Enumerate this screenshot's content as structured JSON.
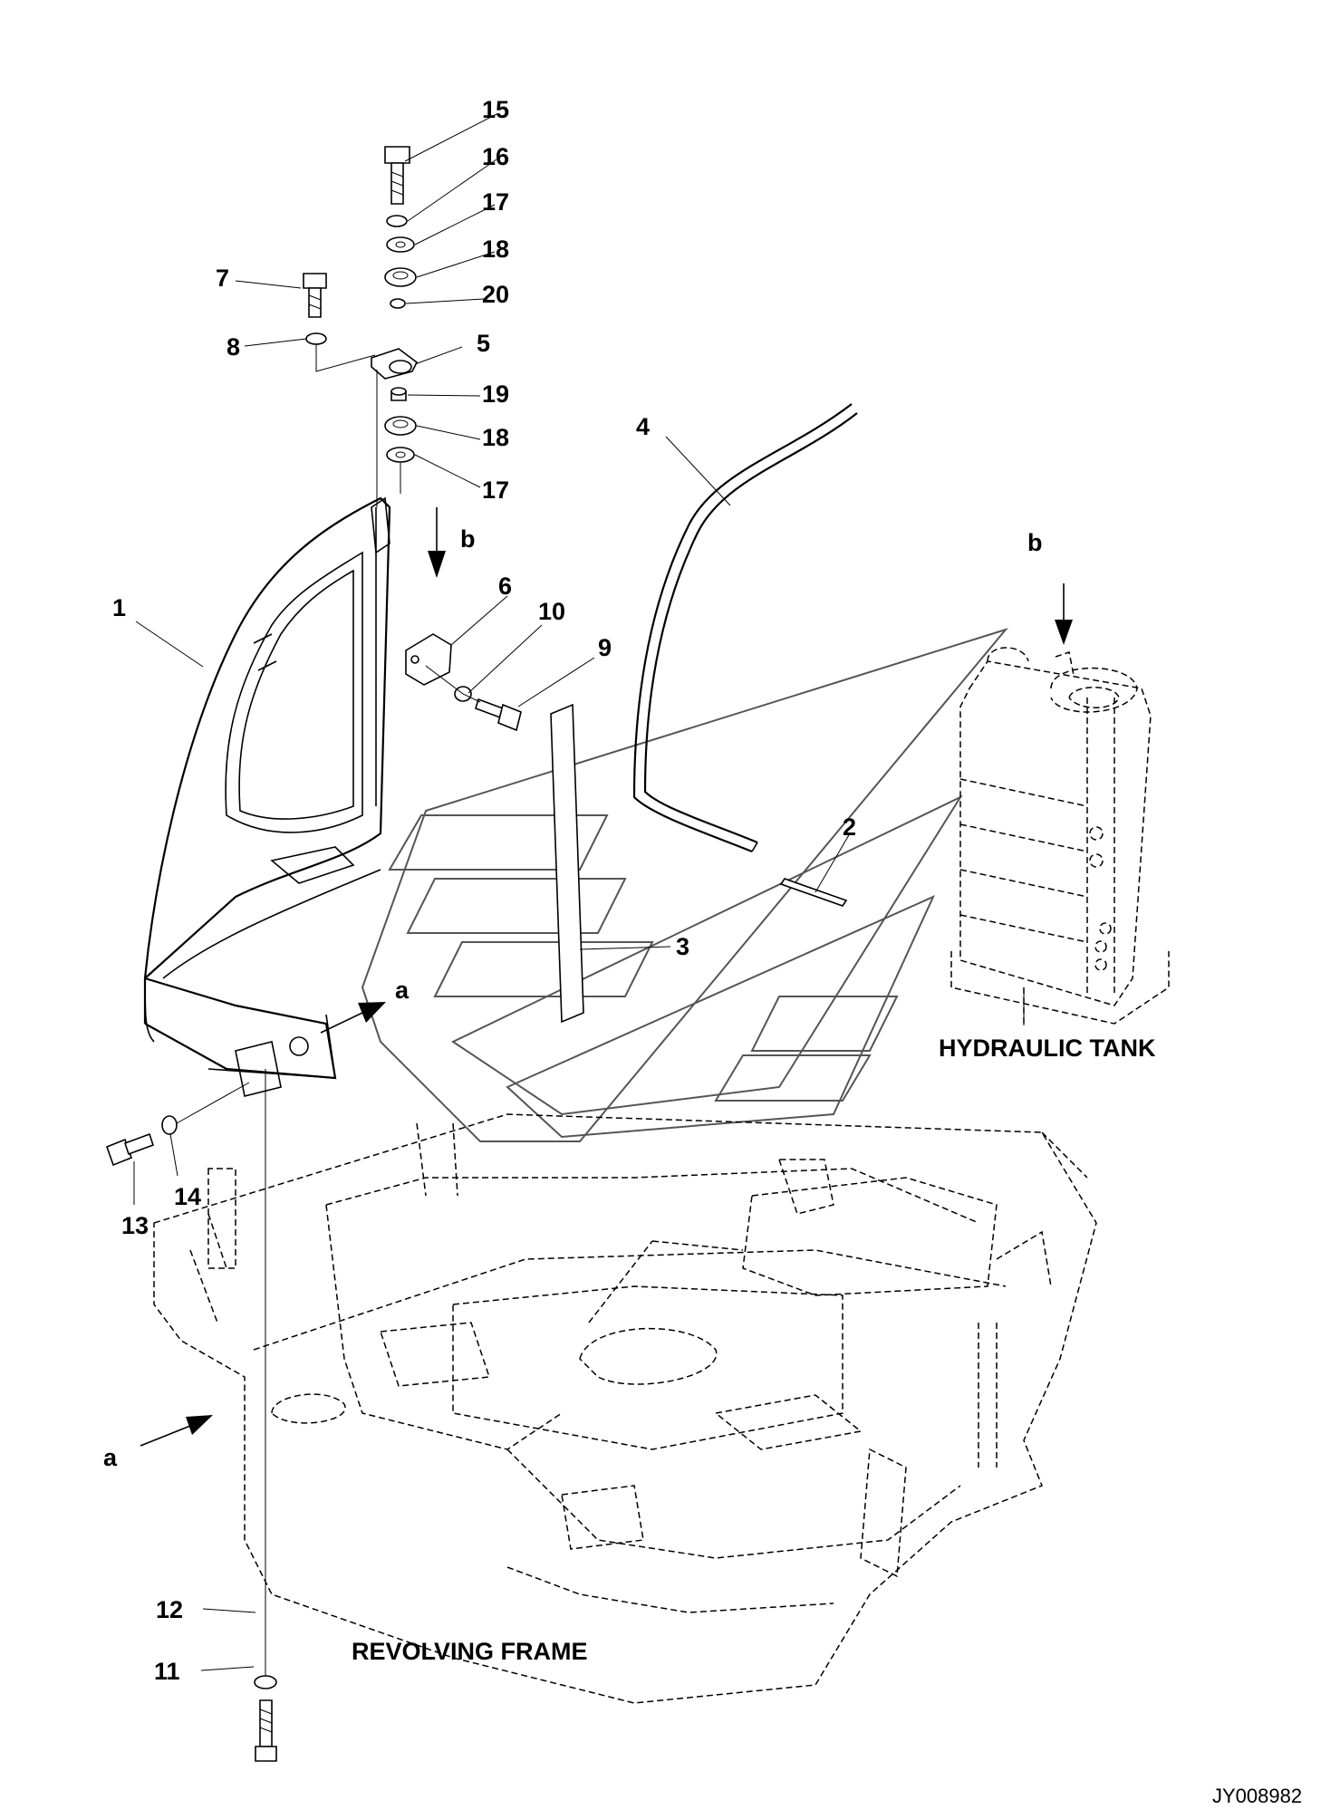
{
  "callouts": {
    "c1": "1",
    "c2": "2",
    "c3": "3",
    "c4": "4",
    "c5": "5",
    "c6": "6",
    "c7": "7",
    "c8": "8",
    "c9": "9",
    "c10": "10",
    "c11": "11",
    "c12": "12",
    "c13": "13",
    "c14": "14",
    "c15": "15",
    "c16": "16",
    "c17a": "17",
    "c17b": "17",
    "c18a": "18",
    "c18b": "18",
    "c19": "19",
    "c20": "20"
  },
  "view_markers": {
    "a_upper": "a",
    "a_lower": "a",
    "b_left": "b",
    "b_right": "b"
  },
  "labels": {
    "hydraulic_tank": "HYDRAULIC TANK",
    "revolving_frame": "REVOLVING FRAME"
  },
  "drawing_code": "JY008982"
}
